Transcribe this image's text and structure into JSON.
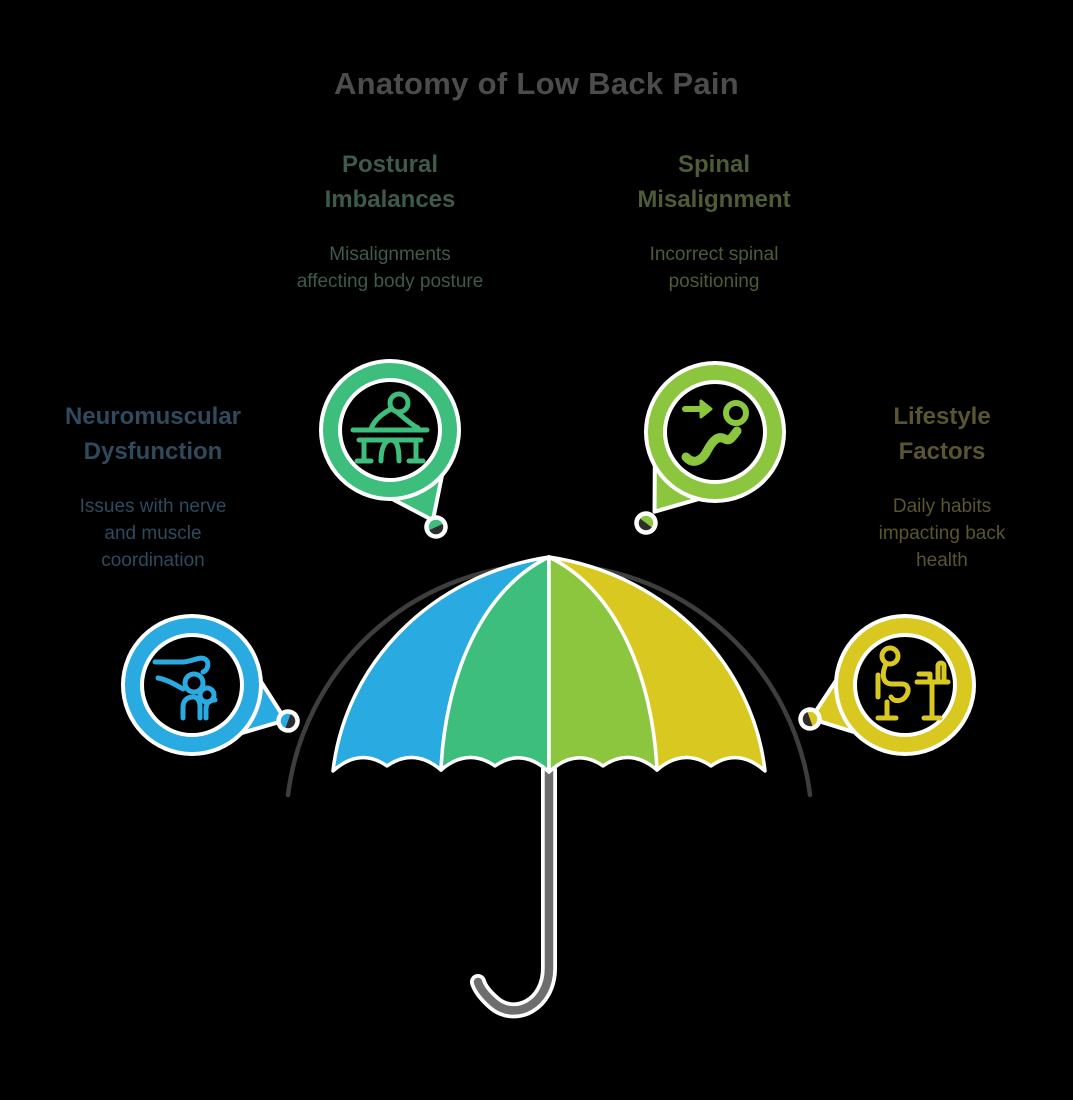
{
  "title": "Anatomy of Low Back Pain",
  "colors": {
    "background": "#000000",
    "title_text": "#4C4C4C",
    "arc": "#3E3E3E",
    "pole": "#6E6E6E",
    "white": "#FFFFFF",
    "dot_core": "#2E2E2E",
    "postural": "#3DBE7C",
    "spinal": "#8CC63E",
    "neuromuscular": "#29ABE2",
    "lifestyle": "#D9C820",
    "postural_text": "#3D5A4A",
    "spinal_text": "#4C5C36",
    "neuromuscular_text": "#2E4A5C",
    "lifestyle_text": "#5A5530"
  },
  "factors": [
    {
      "heading": "Postural Imbalances",
      "description": "Misalignments affecting body posture",
      "icon": "person-bending-over-desk"
    },
    {
      "heading": "Spinal Misalignment",
      "description": "Incorrect spinal positioning",
      "icon": "spine-with-arrow"
    },
    {
      "heading": "Neuromuscular Dysfunction",
      "description": "Issues with nerve and muscle coordination",
      "icon": "person-bent-forward"
    },
    {
      "heading": "Lifestyle Factors",
      "description": "Daily habits impacting back health",
      "icon": "person-sitting-at-desk"
    }
  ],
  "illustration": {
    "name": "umbrella",
    "segment_colors": [
      "#29ABE2",
      "#3DBE7C",
      "#8CC63E",
      "#D9C820"
    ]
  }
}
